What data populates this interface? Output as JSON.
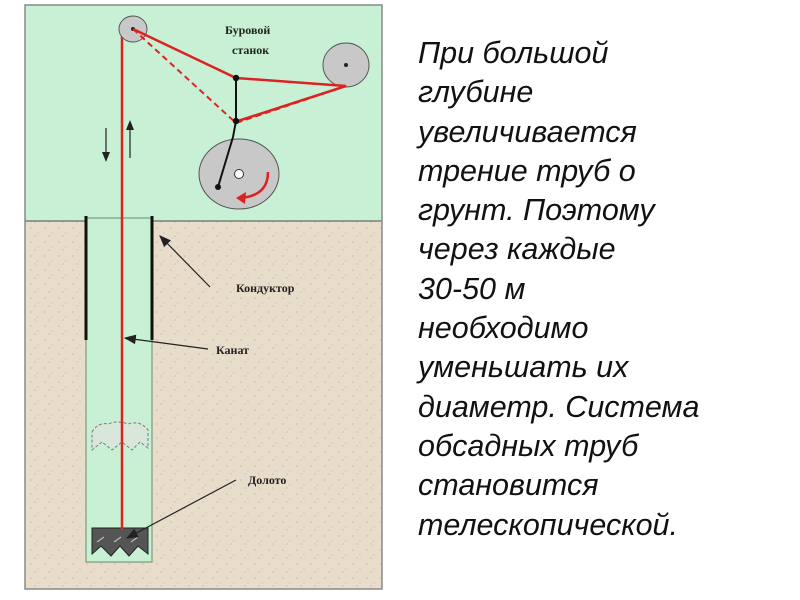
{
  "diagram": {
    "labels": {
      "drill_rig_line1": "Буровой",
      "drill_rig_line2": "станок",
      "conductor": "Кондуктор",
      "rope": "Канат",
      "bit": "Долото"
    },
    "colors": {
      "surface": "#c8f0d4",
      "ground": "#e8dccb",
      "border": "#8a8a8a",
      "rope": "#dd2222",
      "wheel": "#c8c8c8",
      "casing": "#111111",
      "bit": "#555555"
    }
  },
  "text": {
    "lines": [
      "При большой",
      "глубине",
      "увеличивается",
      "трение труб о",
      "грунт. Поэтому",
      "через каждые",
      "30-50 м",
      "необходимо",
      "уменьшать их",
      "диаметр. Система",
      "обсадных труб",
      "становится",
      "телескопической."
    ]
  }
}
